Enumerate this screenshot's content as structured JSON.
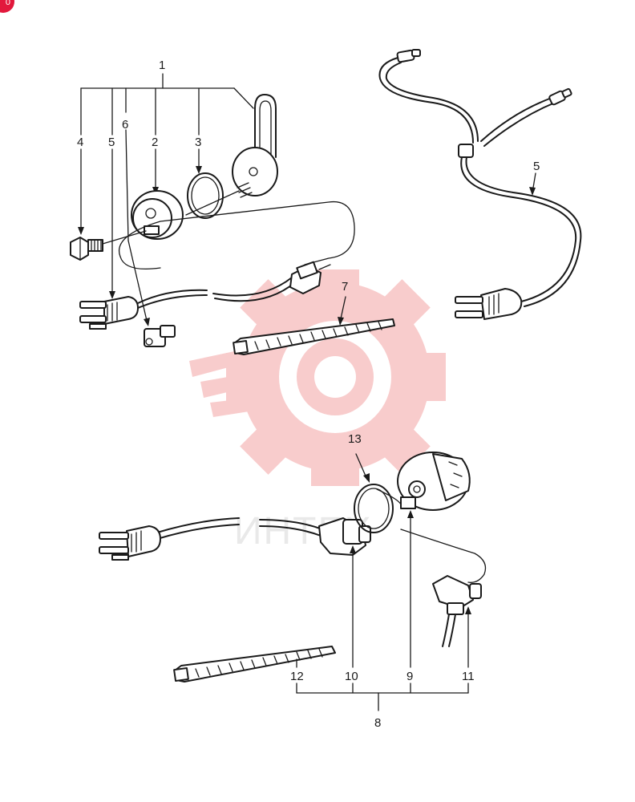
{
  "corner_badge": {
    "text": "0",
    "color": "#e2183c"
  },
  "watermark": {
    "text": "ИНТЕХ",
    "color": "#f4a3a3"
  },
  "callouts": {
    "c1": "1",
    "c2": "2",
    "c3": "3",
    "c4": "4",
    "c5a": "5",
    "c5b": "5",
    "c6": "6",
    "c7": "7",
    "c8": "8",
    "c9": "9",
    "c10": "10",
    "c11": "11",
    "c12": "12",
    "c13": "13"
  },
  "diagram": {
    "ink_color": "#1a1a1a",
    "background": "#ffffff"
  }
}
